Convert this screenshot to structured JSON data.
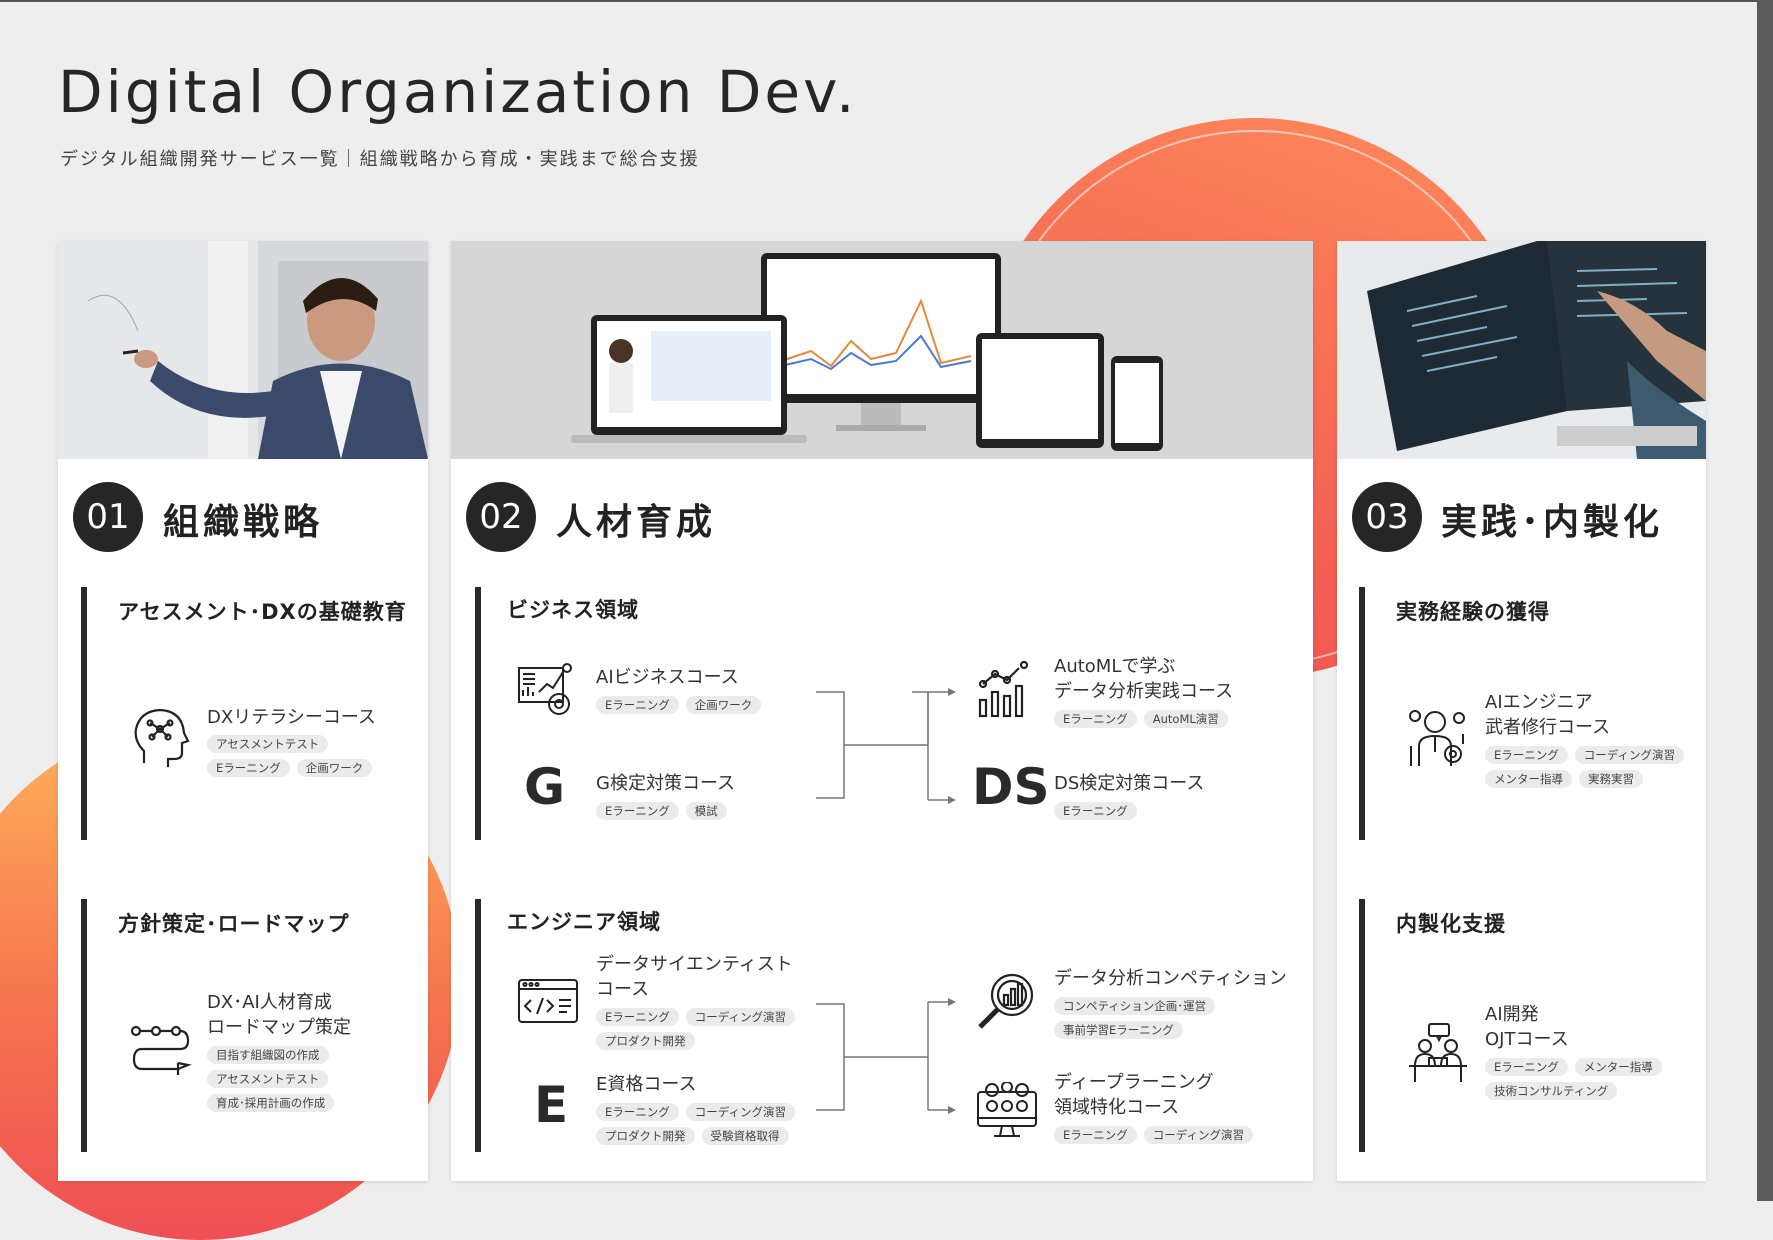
{
  "header": {
    "title": "Digital Organization Dev.",
    "subtitle": "デジタル組織開発サービス一覧｜組織戦略から育成・実践まで総合支援"
  },
  "sections": [
    {
      "number": "01",
      "title": "組織戦略",
      "groups": [
        {
          "heading": "アセスメント･DXの基礎教育",
          "items": [
            {
              "name": "DXリテラシーコース",
              "icon": "brain-head-icon",
              "tags": [
                "アセスメントテスト",
                "Eラーニング",
                "企画ワーク"
              ]
            }
          ]
        },
        {
          "heading": "方針策定･ロードマップ",
          "items": [
            {
              "name_lines": [
                "DX･AI人材育成",
                "ロードマップ策定"
              ],
              "icon": "roadmap-icon",
              "tags": [
                "目指す組織図の作成",
                "アセスメントテスト",
                "育成･採用計画の作成"
              ]
            }
          ]
        }
      ]
    },
    {
      "number": "02",
      "title": "人材育成",
      "groups": [
        {
          "heading": "ビジネス領域",
          "items": [
            {
              "name": "AIビジネスコース",
              "icon": "ai-chart-gear-icon",
              "tags": [
                "Eラーニング",
                "企画ワーク"
              ]
            },
            {
              "name": "G検定対策コース",
              "icon": "letter-g-icon",
              "letter": "G",
              "tags": [
                "Eラーニング",
                "模試"
              ]
            },
            {
              "name_lines": [
                "AutoMLで学ぶ",
                "データ分析実践コース"
              ],
              "icon": "bar-chart-icon",
              "tags": [
                "Eラーニング",
                "AutoML演習"
              ]
            },
            {
              "name": "DS検定対策コース",
              "icon": "letter-ds-icon",
              "letter": "DS",
              "tags": [
                "Eラーニング"
              ]
            }
          ]
        },
        {
          "heading": "エンジニア領域",
          "items": [
            {
              "name_lines": [
                "データサイエンティスト",
                "コース"
              ],
              "icon": "code-window-icon",
              "tags": [
                "Eラーニング",
                "コーディング演習",
                "プロダクト開発"
              ]
            },
            {
              "name": "E資格コース",
              "icon": "letter-e-icon",
              "letter": "E",
              "tags": [
                "Eラーニング",
                "コーディング演習",
                "プロダクト開発",
                "受験資格取得"
              ]
            },
            {
              "name": "データ分析コンペティション",
              "icon": "magnifier-chart-icon",
              "tags": [
                "コンペティション企画･運営",
                "事前学習Eラーニング"
              ]
            },
            {
              "name_lines": [
                "ディープラーニング",
                "領域特化コース"
              ],
              "icon": "monitor-network-icon",
              "tags": [
                "Eラーニング",
                "コーディング演習"
              ]
            }
          ]
        }
      ]
    },
    {
      "number": "03",
      "title": "実践･内製化",
      "groups": [
        {
          "heading": "実務経験の獲得",
          "items": [
            {
              "name_lines": [
                "AIエンジニア",
                "武者修行コース"
              ],
              "icon": "engineer-gears-icon",
              "tags": [
                "Eラーニング",
                "コーディング演習",
                "メンター指導",
                "実務実習"
              ]
            }
          ]
        },
        {
          "heading": "内製化支援",
          "items": [
            {
              "name_lines": [
                "AI開発",
                "OJTコース"
              ],
              "icon": "mentor-desk-icon",
              "tags": [
                "Eラーニング",
                "メンター指導",
                "技術コンサルティング"
              ]
            }
          ]
        }
      ]
    }
  ]
}
